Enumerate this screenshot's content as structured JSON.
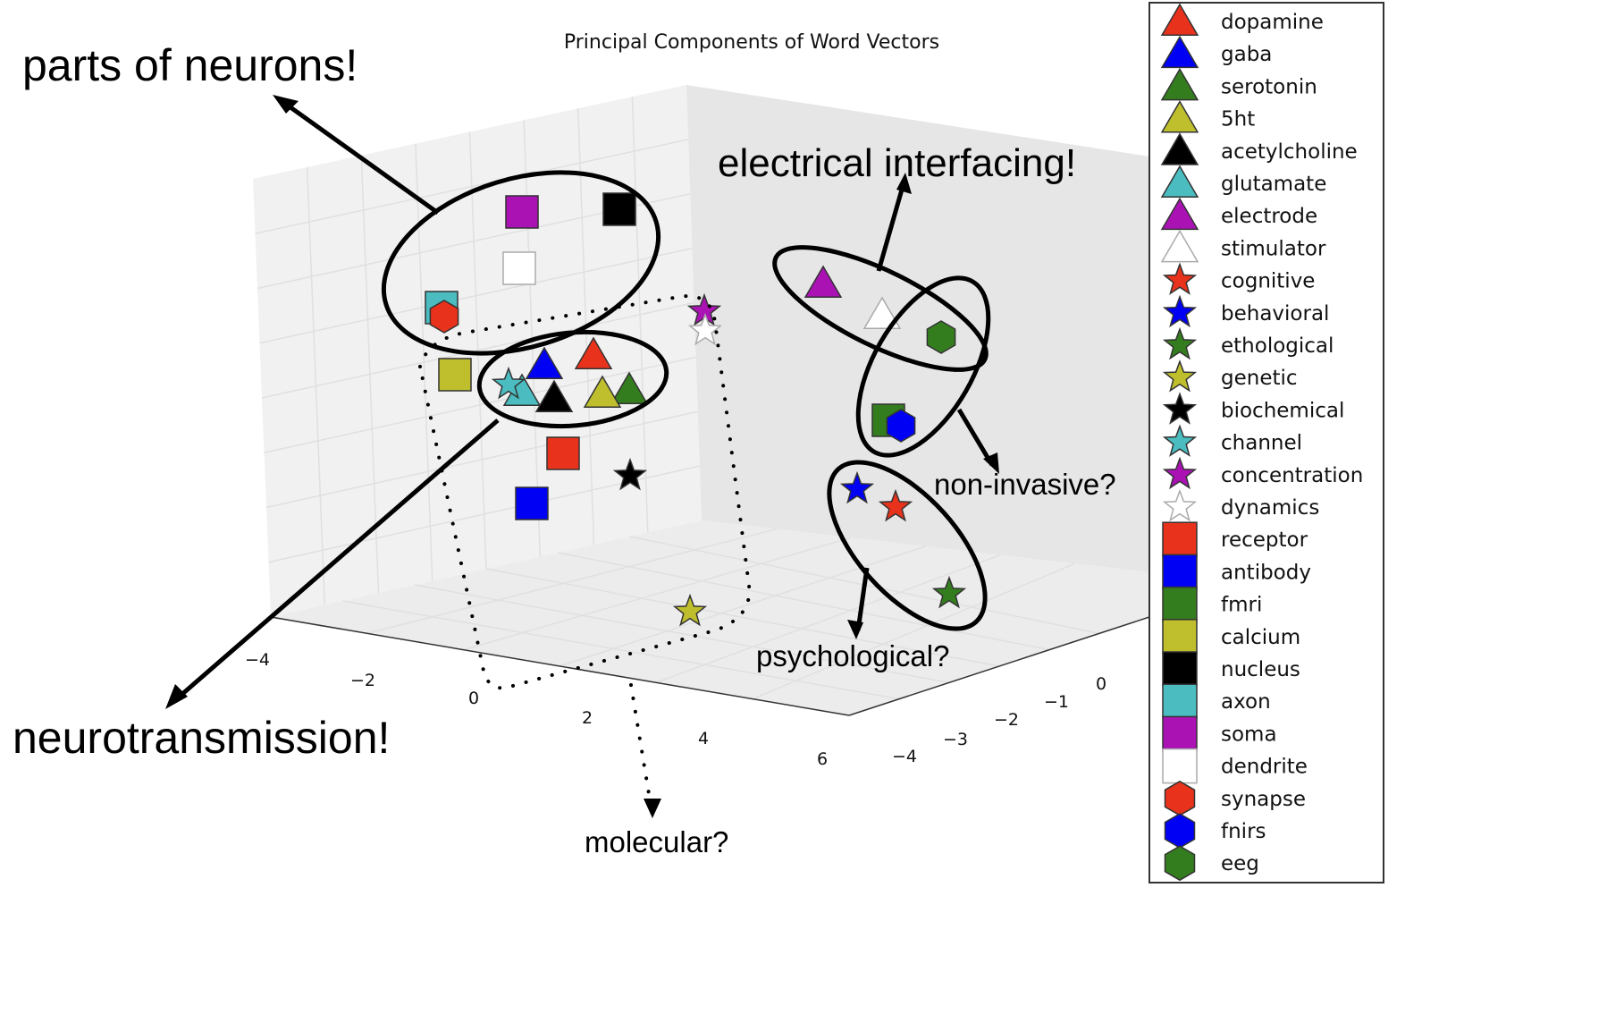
{
  "chart_data": {
    "type": "scatter",
    "projection": "3d",
    "title": "Principal Components of Word Vectors",
    "xlabel": "",
    "ylabel": "",
    "zlabel": "",
    "grid": true,
    "legend_position": "right",
    "x_ticks": [
      "−4",
      "−2",
      "0",
      "2",
      "4",
      "6"
    ],
    "y_ticks": [
      "−4",
      "−3",
      "−2",
      "−1",
      "0"
    ],
    "series": [
      {
        "name": "dopamine",
        "marker": "triangle",
        "color": "#e8321c",
        "screen": [
          664,
          397
        ]
      },
      {
        "name": "gaba",
        "marker": "triangle",
        "color": "#0000f5",
        "screen": [
          609,
          408
        ]
      },
      {
        "name": "serotonin",
        "marker": "triangle",
        "color": "#347d1e",
        "screen": [
          704,
          436
        ]
      },
      {
        "name": "5ht",
        "marker": "triangle",
        "color": "#bfbf2e",
        "screen": [
          674,
          440
        ]
      },
      {
        "name": "acetylcholine",
        "marker": "triangle",
        "color": "#000000",
        "screen": [
          620,
          445
        ]
      },
      {
        "name": "glutamate",
        "marker": "triangle",
        "color": "#4bbcbf",
        "screen": [
          584,
          438
        ]
      },
      {
        "name": "electrode",
        "marker": "triangle",
        "color": "#aa12b4",
        "screen": [
          921,
          317
        ]
      },
      {
        "name": "stimulator",
        "marker": "triangle",
        "color": "#ffffff",
        "screen": [
          987,
          352
        ]
      },
      {
        "name": "cognitive",
        "marker": "star",
        "color": "#e8321c",
        "screen": [
          1002,
          567
        ]
      },
      {
        "name": "behavioral",
        "marker": "star",
        "color": "#0000f5",
        "screen": [
          959,
          547
        ]
      },
      {
        "name": "ethological",
        "marker": "star",
        "color": "#347d1e",
        "screen": [
          1062,
          664
        ]
      },
      {
        "name": "genetic",
        "marker": "star",
        "color": "#bfbf2e",
        "screen": [
          772,
          684
        ]
      },
      {
        "name": "biochemical",
        "marker": "star",
        "color": "#000000",
        "screen": [
          705,
          532
        ]
      },
      {
        "name": "channel",
        "marker": "star",
        "color": "#4bbcbf",
        "screen": [
          569,
          430
        ]
      },
      {
        "name": "concentration",
        "marker": "star",
        "color": "#aa12b4",
        "screen": [
          788,
          348
        ]
      },
      {
        "name": "dynamics",
        "marker": "star",
        "color": "#ffffff",
        "screen": [
          789,
          370
        ]
      },
      {
        "name": "receptor",
        "marker": "square",
        "color": "#e8321c",
        "screen": [
          630,
          507
        ]
      },
      {
        "name": "antibody",
        "marker": "square",
        "color": "#0000f5",
        "screen": [
          595,
          563
        ]
      },
      {
        "name": "fmri",
        "marker": "square",
        "color": "#347d1e",
        "screen": [
          994,
          470
        ]
      },
      {
        "name": "calcium",
        "marker": "square",
        "color": "#bfbf2e",
        "screen": [
          509,
          419
        ]
      },
      {
        "name": "nucleus",
        "marker": "square",
        "color": "#000000",
        "screen": [
          693,
          234
        ]
      },
      {
        "name": "axon",
        "marker": "square",
        "color": "#4bbcbf",
        "screen": [
          494,
          344
        ]
      },
      {
        "name": "soma",
        "marker": "square",
        "color": "#aa12b4",
        "screen": [
          584,
          237
        ]
      },
      {
        "name": "dendrite",
        "marker": "square",
        "color": "#ffffff",
        "screen": [
          581,
          300
        ]
      },
      {
        "name": "synapse",
        "marker": "hexagon",
        "color": "#e8321c",
        "screen": [
          497,
          354
        ]
      },
      {
        "name": "fnirs",
        "marker": "hexagon",
        "color": "#0000f5",
        "screen": [
          1008,
          476
        ]
      },
      {
        "name": "eeg",
        "marker": "hexagon",
        "color": "#347d1e",
        "screen": [
          1053,
          377
        ]
      }
    ],
    "annotations": [
      {
        "id": "parts-of-neurons",
        "text": "parts of neurons!"
      },
      {
        "id": "neurotransmission",
        "text": "neurotransmission!"
      },
      {
        "id": "electrical-interfacing",
        "text": "electrical interfacing!"
      },
      {
        "id": "non-invasive",
        "text": "non-invasive?"
      },
      {
        "id": "psychological",
        "text": "psychological?"
      },
      {
        "id": "molecular",
        "text": "molecular?"
      }
    ]
  },
  "legend": {
    "entries": [
      "dopamine",
      "gaba",
      "serotonin",
      "5ht",
      "acetylcholine",
      "glutamate",
      "electrode",
      "stimulator",
      "cognitive",
      "behavioral",
      "ethological",
      "genetic",
      "biochemical",
      "channel",
      "concentration",
      "dynamics",
      "receptor",
      "antibody",
      "fmri",
      "calcium",
      "nucleus",
      "axon",
      "soma",
      "dendrite",
      "synapse",
      "fnirs",
      "eeg"
    ]
  }
}
